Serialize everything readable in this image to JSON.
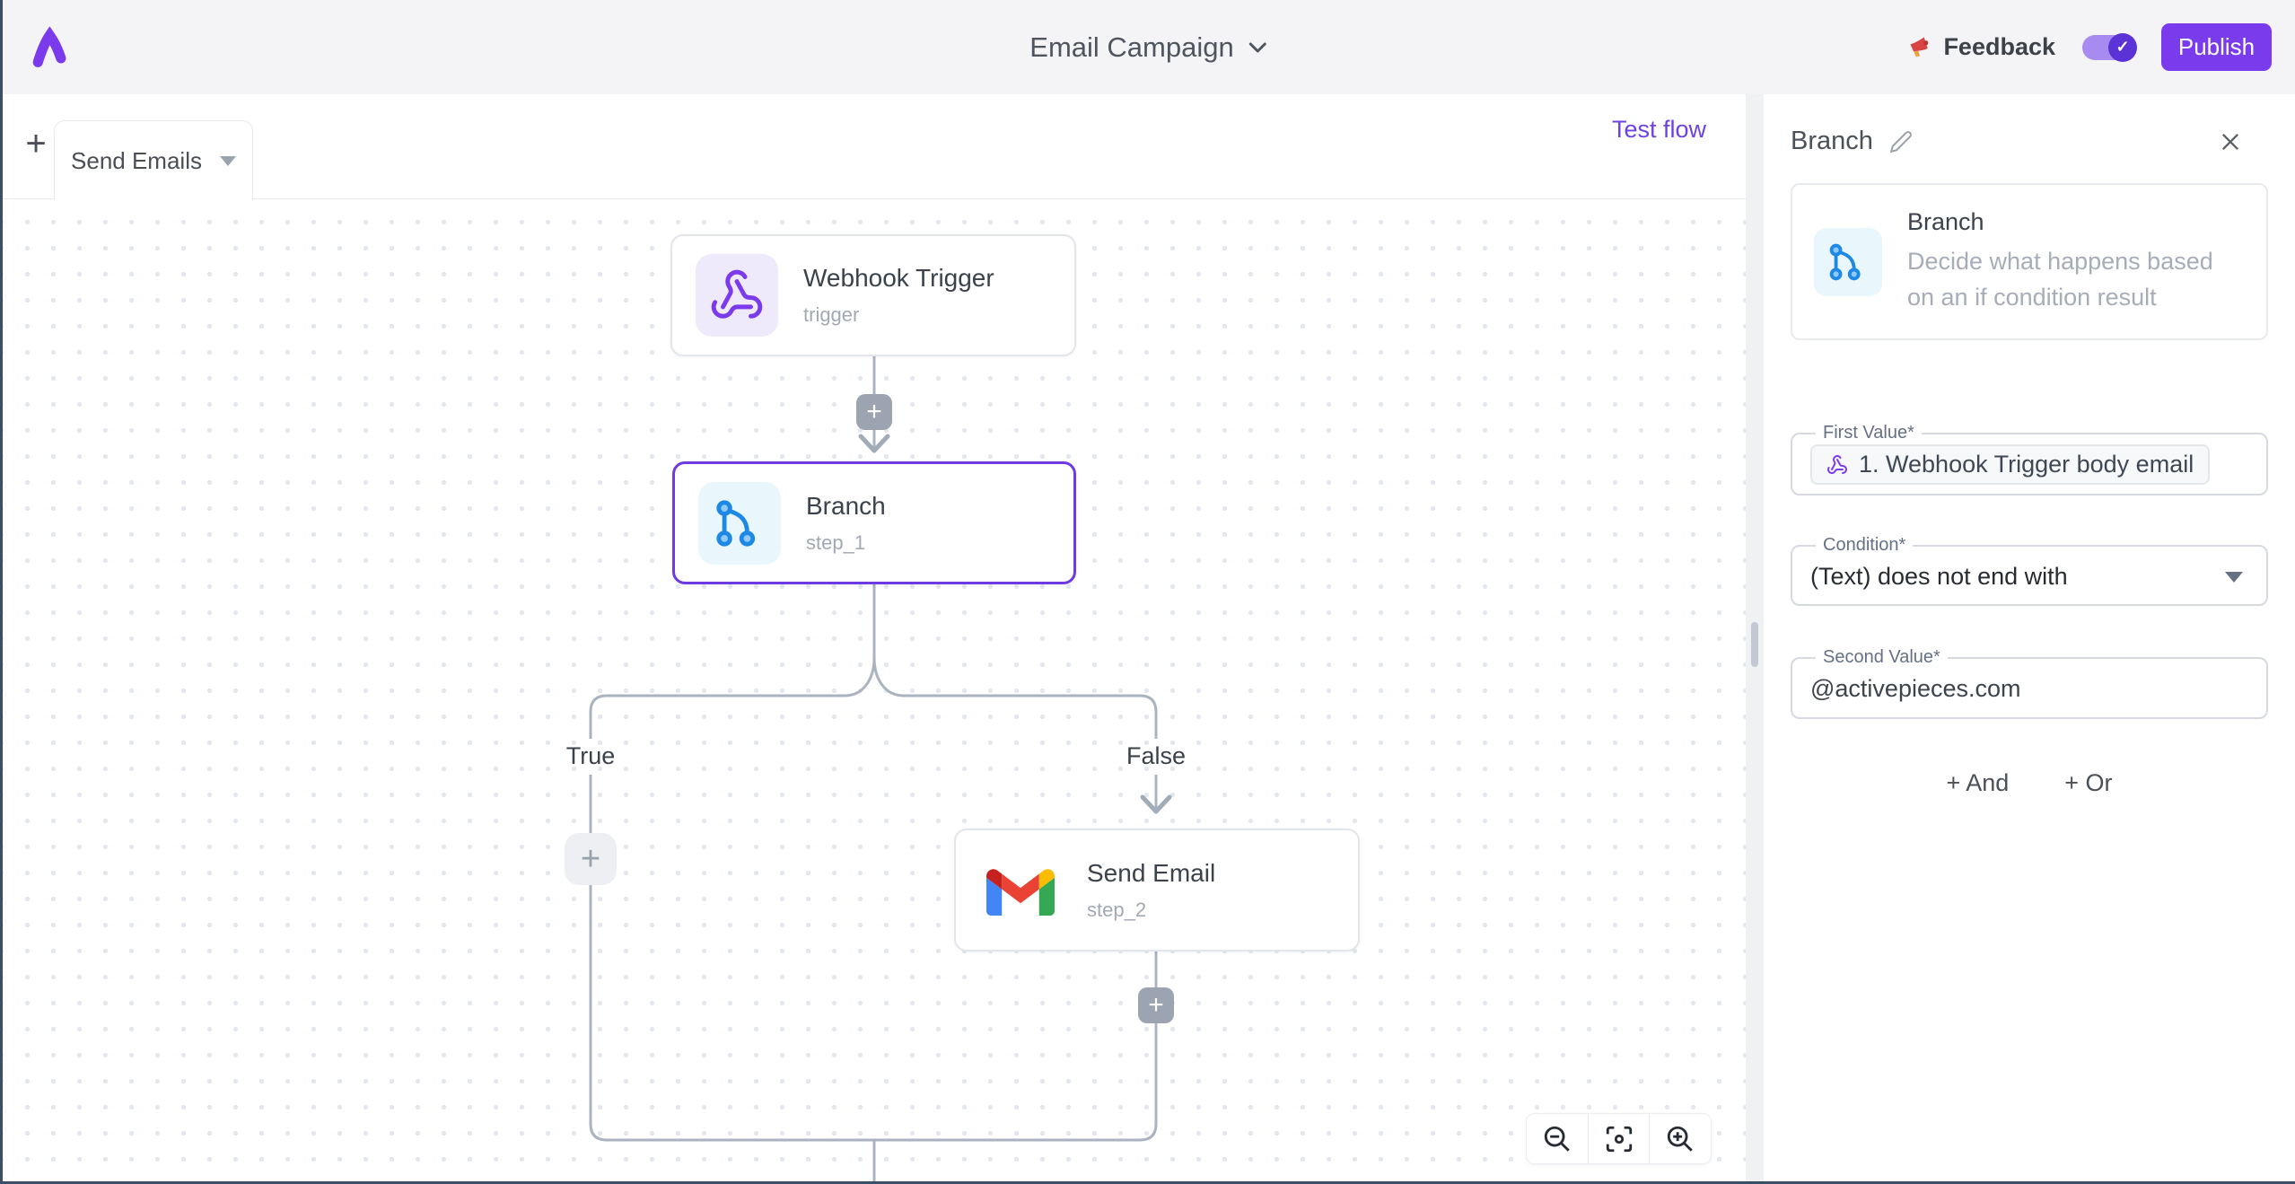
{
  "header": {
    "title": "Email Campaign",
    "feedback_label": "Feedback",
    "publish_label": "Publish",
    "toggle_state": "on"
  },
  "canvas": {
    "tab_label": "Send Emails",
    "add_tab_label": "+",
    "test_flow_label": "Test flow",
    "nodes": {
      "webhook": {
        "title": "Webhook Trigger",
        "subtitle": "trigger"
      },
      "branch": {
        "title": "Branch",
        "subtitle": "step_1",
        "selected": true
      },
      "send_email": {
        "title": "Send Email",
        "subtitle": "step_2"
      }
    },
    "edge_labels": {
      "true_label": "True",
      "false_label": "False"
    },
    "plus_label": "+"
  },
  "panel": {
    "title": "Branch",
    "info": {
      "title": "Branch",
      "description": "Decide what happens based on an if condition result"
    },
    "fields": {
      "first_value": {
        "label": "First Value*",
        "token": "1. Webhook Trigger body email"
      },
      "condition": {
        "label": "Condition*",
        "value": "(Text) does not end with"
      },
      "second_value": {
        "label": "Second Value*",
        "value": "@activepieces.com"
      }
    },
    "buttons": {
      "and_label": "+ And",
      "or_label": "+ Or"
    }
  },
  "colors": {
    "accent_purple": "#7a3bec",
    "selected_border": "#6e3be0",
    "branch_blue": "#1e88e5",
    "edge_gray": "#aab3bf",
    "canvas_dot": "#e3e8ef"
  }
}
